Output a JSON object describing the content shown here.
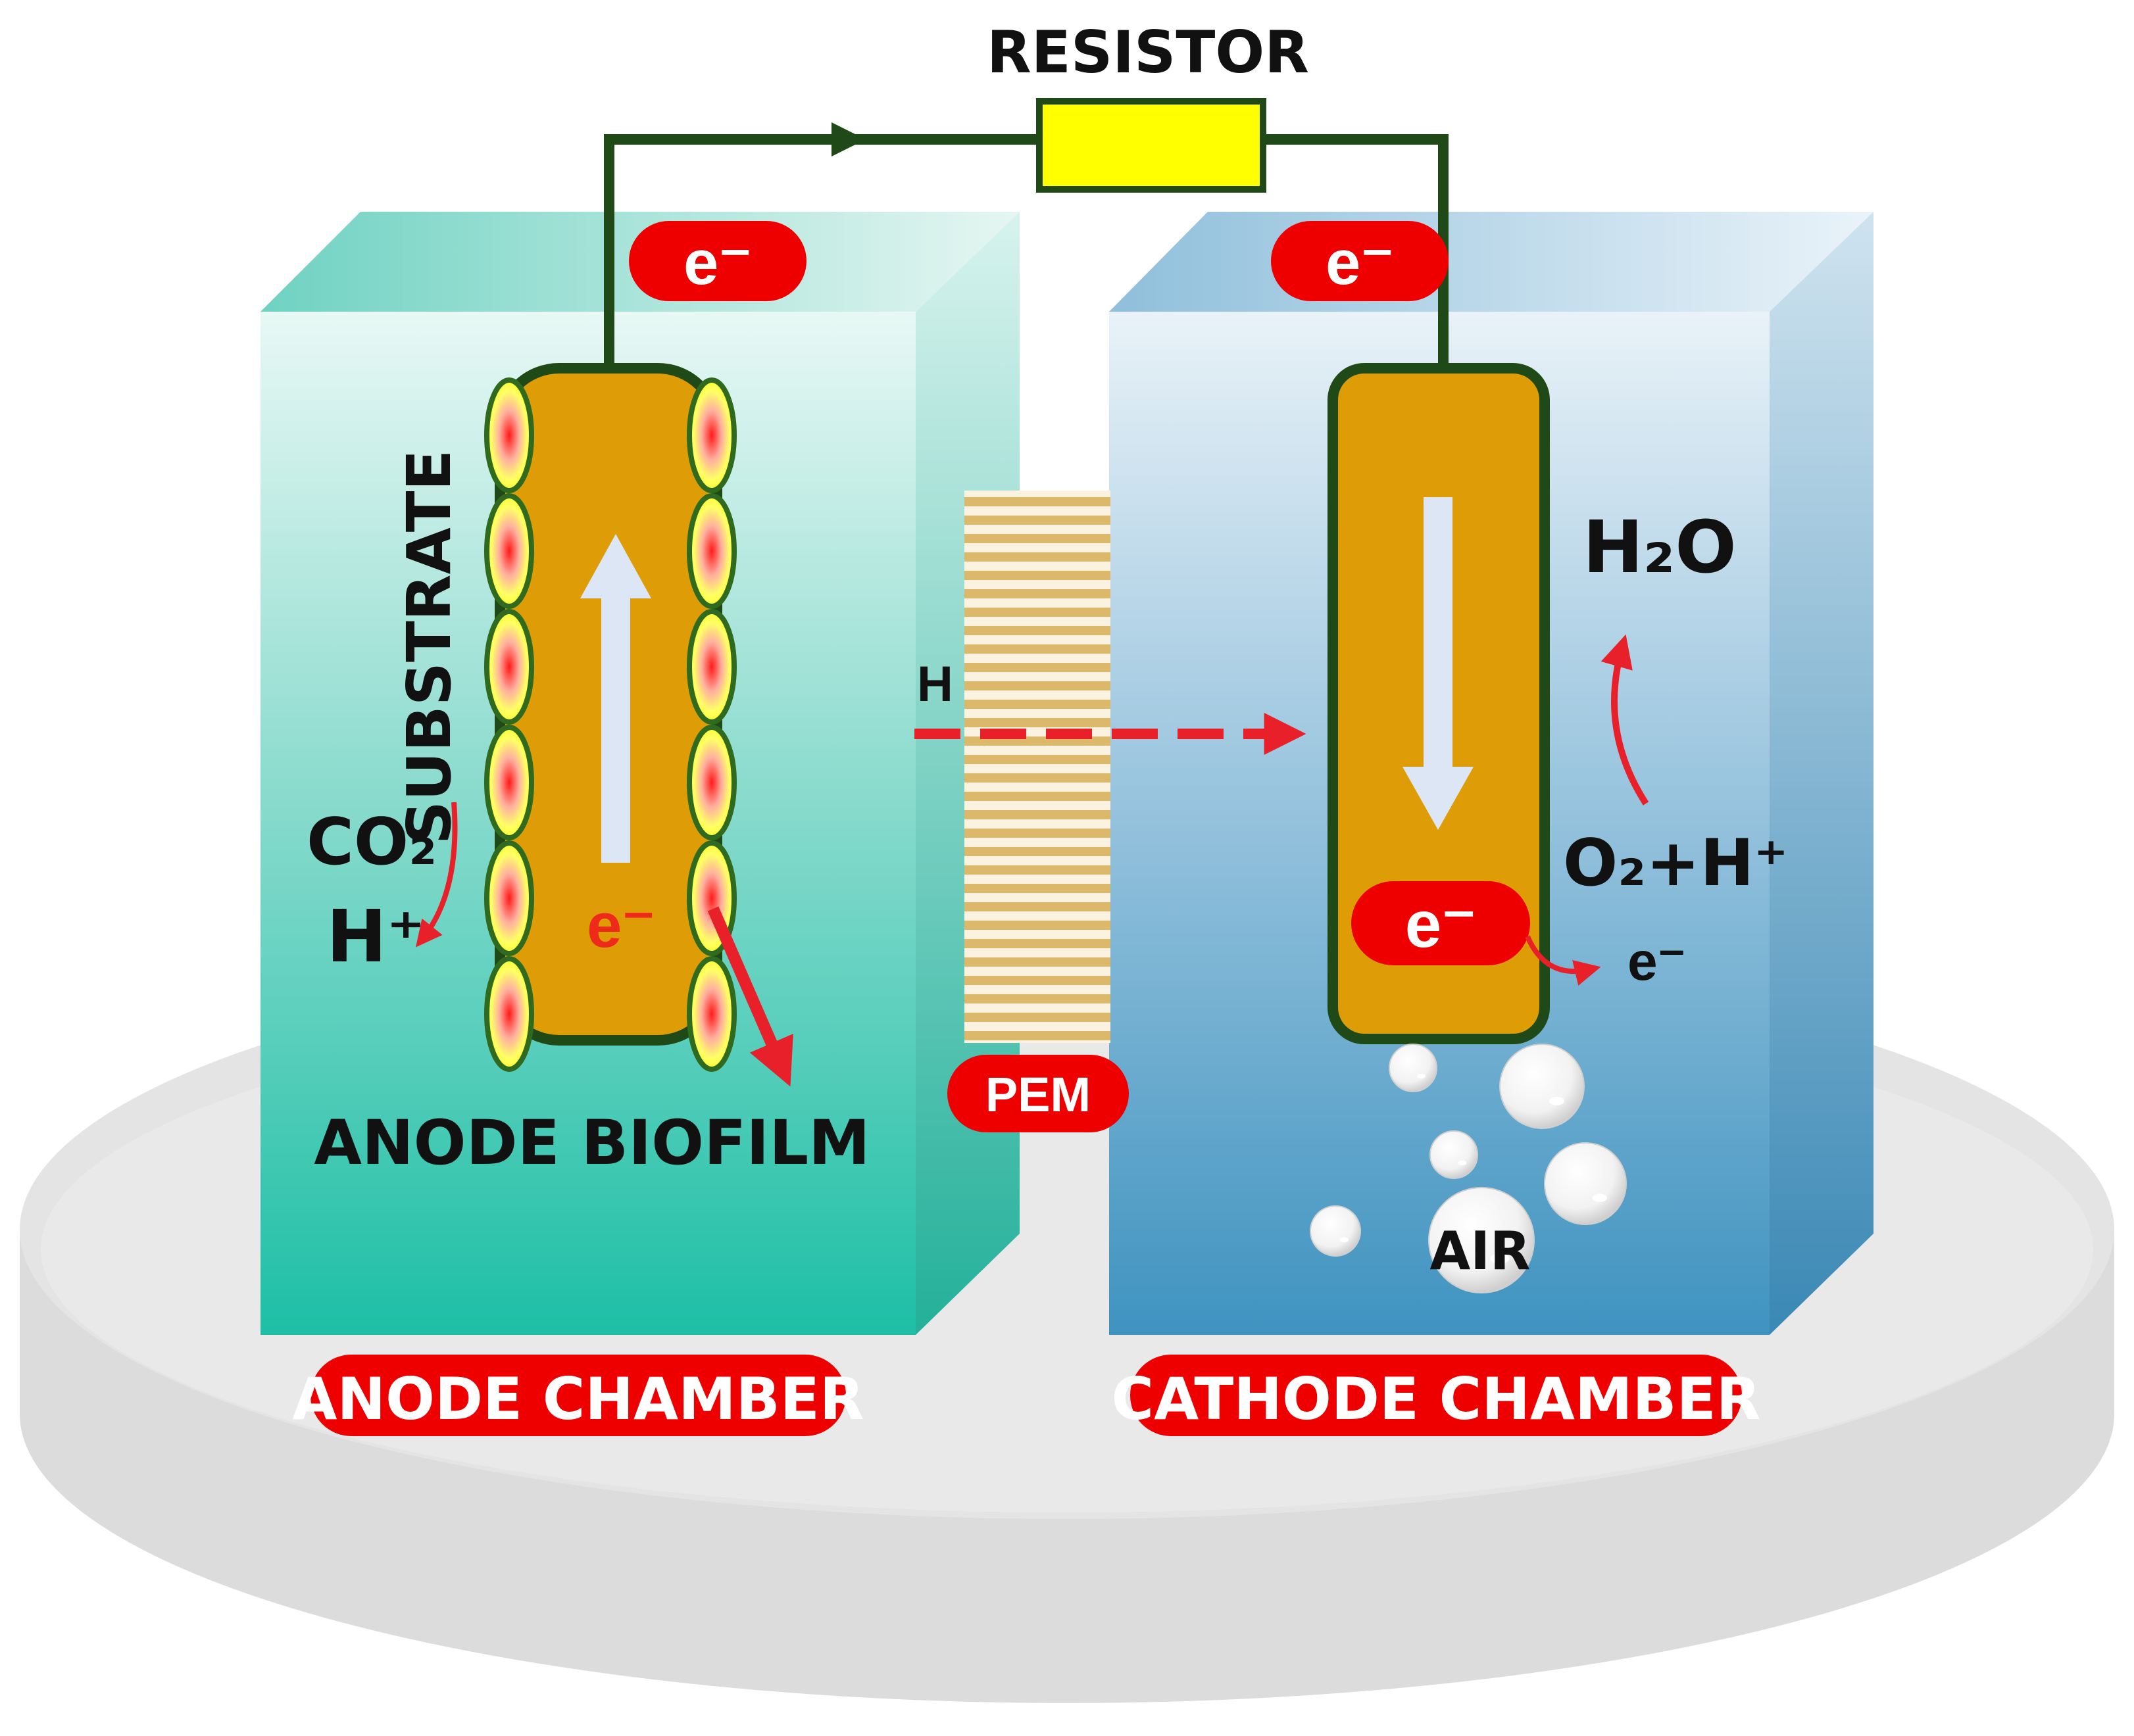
{
  "colors": {
    "platform": "#d9d9d9",
    "anode_tank": "#3cc6b4",
    "cathode_tank": "#4a9cc8",
    "electrode": "#de9c06",
    "electrode_border": "#1f4a17",
    "wire": "#1f4a17",
    "resistor": "#ffff00",
    "pill": "#ee0000",
    "red_arrow": "#e8202a",
    "pem_stripe": "#dcb96a"
  },
  "labels": {
    "resistor": "RESISTOR",
    "electron": "e⁻",
    "substrate": "SUBSTRATE",
    "co2": "CO₂",
    "h_plus": "H⁺",
    "anode_biofilm": "ANODE BIOFILM",
    "pem": "PEM",
    "proton": "H",
    "h2o": "H₂O",
    "o2_h": "O₂+H⁺",
    "air": "AIR",
    "anode_chamber": "ANODE CHAMBER",
    "cathode_chamber": "CATHODE CHAMBER"
  }
}
